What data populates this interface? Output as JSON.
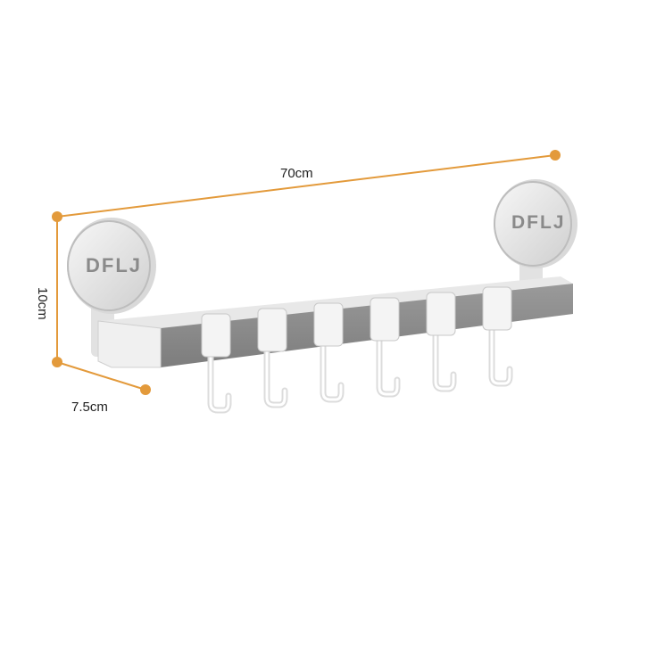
{
  "dimensions": {
    "width": "70cm",
    "height": "10cm",
    "depth": "7.5cm"
  },
  "product": {
    "logo_text": "DFLJ",
    "hook_count": 6
  },
  "colors": {
    "dimension_line": "#e39a3b",
    "rail_face": "#8e8e8e",
    "rail_top": "#e6e6e6",
    "hook": "#f2f2f2",
    "logo_disc": "#e9e9e9"
  },
  "icons": {
    "logo_disc": "suction-cup-logo-icon",
    "hook": "hook-icon"
  }
}
